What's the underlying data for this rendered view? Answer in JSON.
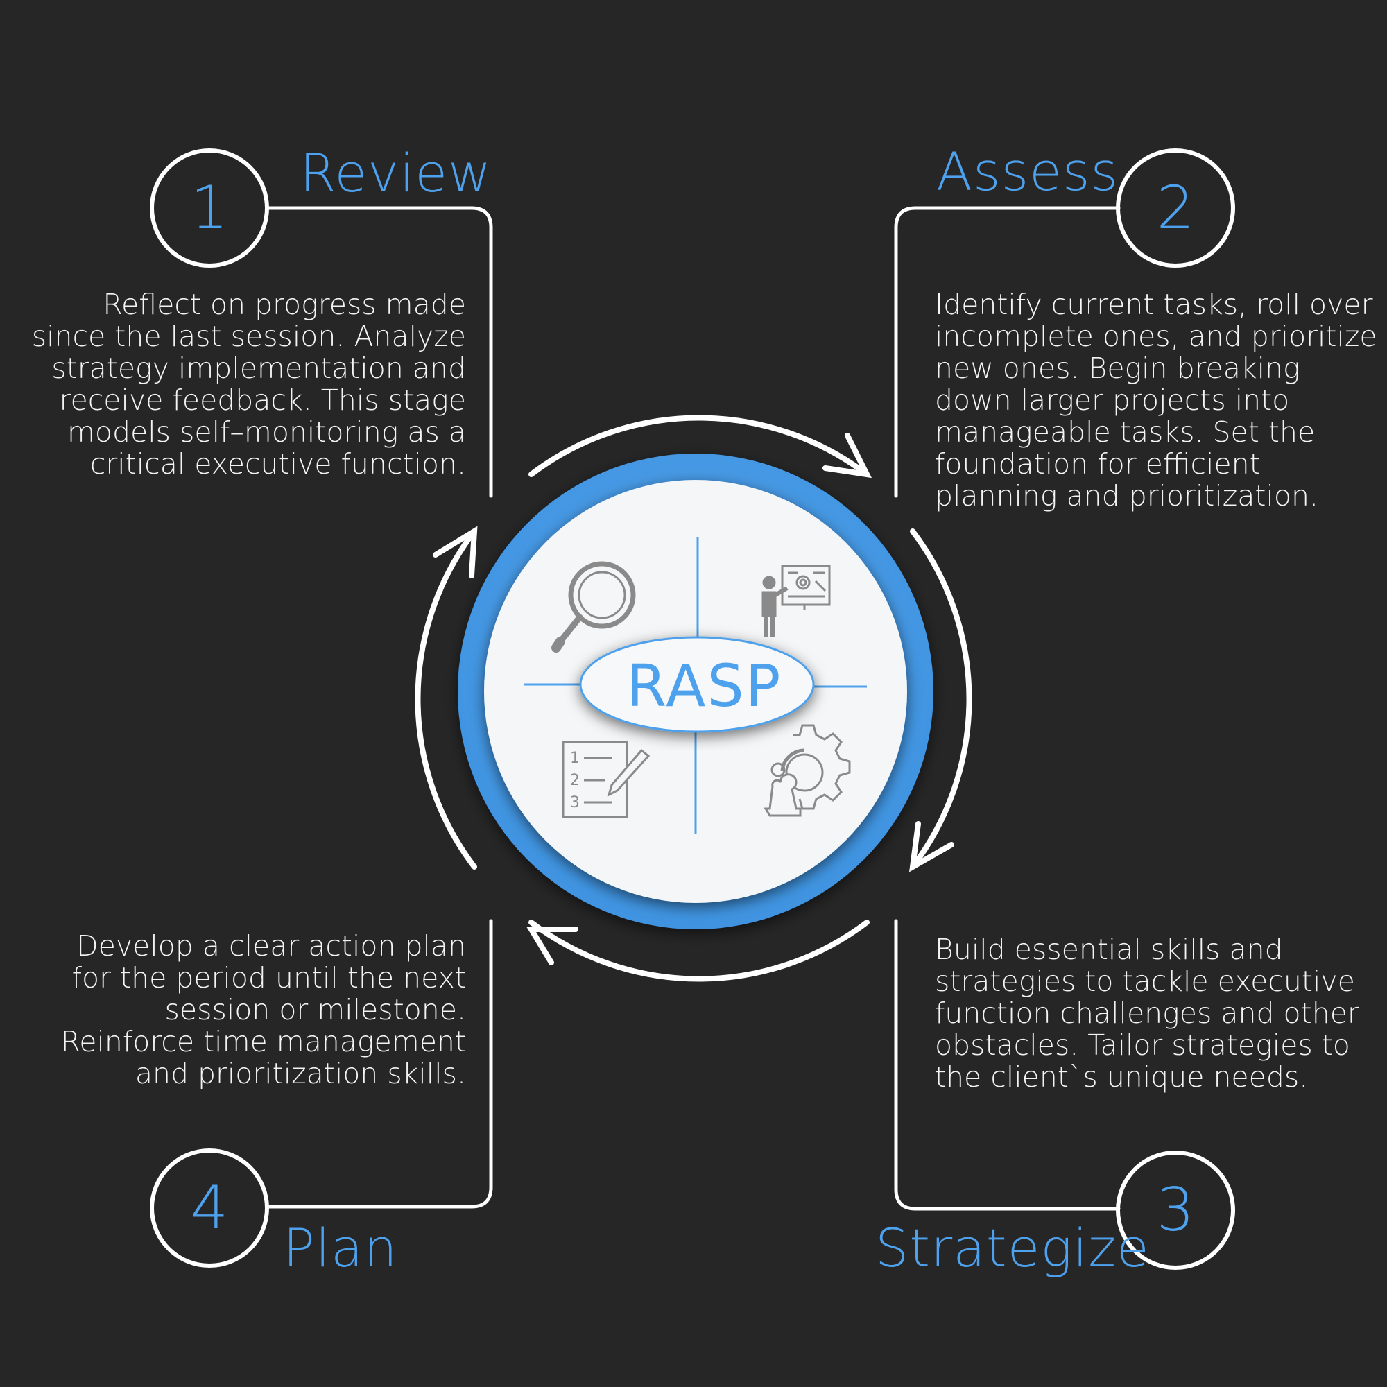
{
  "center": {
    "label": "RASP"
  },
  "steps": [
    {
      "number": "1",
      "title": "Review",
      "lines": [
        "Reflect on progress made",
        "since the last session. Analyze",
        "strategy implementation and",
        "receive feedback. This stage",
        "models self–monitoring as a",
        "critical executive function."
      ]
    },
    {
      "number": "2",
      "title": "Assess",
      "lines": [
        "Identify current tasks, roll over",
        "incomplete ones, and prioritize",
        "new ones. Begin breaking",
        "down larger projects into",
        "manageable tasks. Set the",
        "foundation for efficient",
        "planning and prioritization."
      ]
    },
    {
      "number": "3",
      "title": "Strategize",
      "lines": [
        "Build essential skills and",
        "strategies to tackle executive",
        "function challenges and other",
        "obstacles. Tailor strategies to",
        "the client`s unique needs."
      ]
    },
    {
      "number": "4",
      "title": "Plan",
      "lines": [
        "Develop a clear action plan",
        "for the period until the next",
        "session or milestone.",
        "Reinforce time management",
        "and prioritization skills."
      ]
    }
  ],
  "icons": [
    "magnifier-icon",
    "presenter-icon",
    "numbered-list-icon",
    "strategy-gear-icon"
  ],
  "colors": {
    "background": "#262627",
    "accent": "#4ea1ec",
    "ring": "#4ea1ec",
    "center_fill": "#f5f6f7",
    "text": "#f4f4f4"
  }
}
